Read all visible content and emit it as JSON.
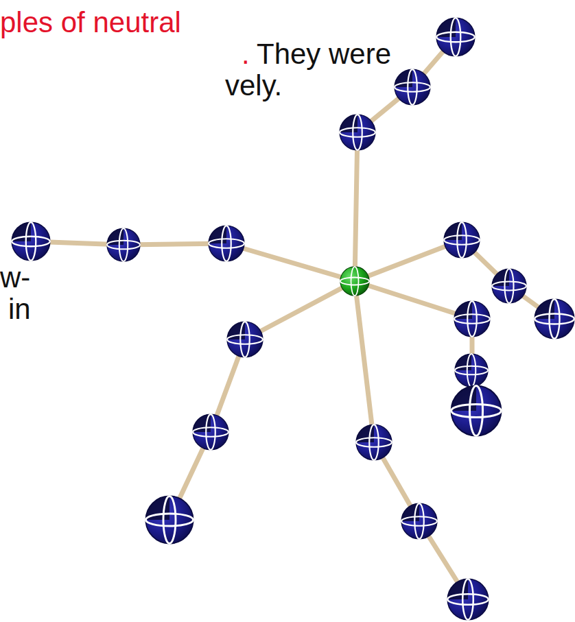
{
  "diagram": {
    "labels": [
      "ples of neutral",
      ".",
      "They were",
      "vely.",
      "w-",
      "in"
    ]
  }
}
